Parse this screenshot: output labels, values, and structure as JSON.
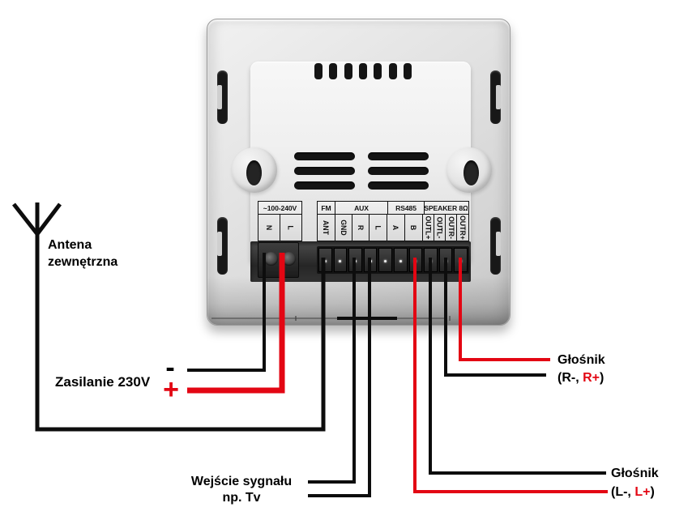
{
  "device": {
    "power_strip": {
      "header": "~100-240V",
      "cells": [
        "N",
        "L"
      ]
    },
    "main_strip": {
      "headers": [
        "FM",
        "AUX",
        "RS485",
        "SPEAKER 8Ω"
      ],
      "cells": [
        "ANT",
        "GND",
        "R",
        "L",
        "A",
        "B",
        "OUTL+",
        "OUTL-",
        "OUTR-",
        "OUTR+"
      ]
    }
  },
  "labels": {
    "antenna": {
      "line1": "Antena",
      "line2": "zewnętrzna"
    },
    "power": {
      "text": "Zasilanie 230V",
      "minus": "-",
      "plus": "+"
    },
    "signal": {
      "line1": "Wejście sygnału",
      "line2": "np. Tv"
    },
    "speaker_r": {
      "title": "Głośnik",
      "pre": "(R-, ",
      "accent": "R+",
      "post": ")"
    },
    "speaker_l": {
      "title": "Głośnik",
      "pre": "(L-, ",
      "accent": "L+",
      "post": ")"
    }
  },
  "colors": {
    "wire_black": "#0d0d0d",
    "wire_red": "#e30613",
    "label_accent": "#e30613"
  }
}
